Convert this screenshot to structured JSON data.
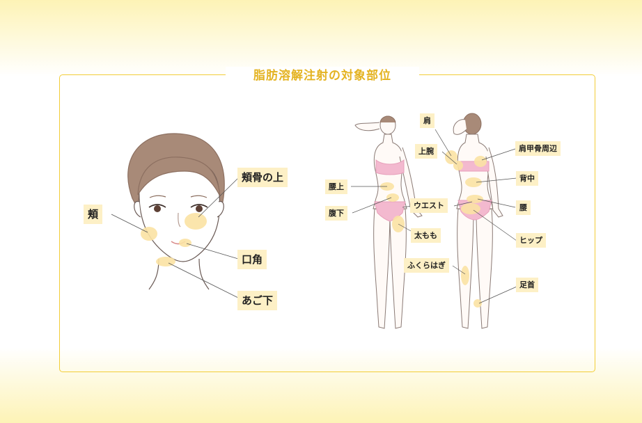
{
  "title": "脂肪溶解注射の対象部位",
  "face_labels": {
    "cheekbone_top": "頬骨の上",
    "cheek": "頬",
    "mouth_corner": "口角",
    "under_chin": "あご下"
  },
  "body_labels": {
    "shoulder": "肩",
    "upper_arm": "上腕",
    "upper_waist": "腰上",
    "lower_belly": "腹下",
    "waist": "ウエスト",
    "thigh": "太もも",
    "calf": "ふくらはぎ",
    "scapula_area": "肩甲骨周辺",
    "mid_back": "背中",
    "lower_back": "腰",
    "hip": "ヒップ",
    "ankle": "足首"
  },
  "colors": {
    "accent": "#f2cd37",
    "label_bg": "#fdf0c6",
    "target_spot": "#fbe3a4",
    "hair": "#a88a78",
    "underwear": "#f3b9cf"
  }
}
